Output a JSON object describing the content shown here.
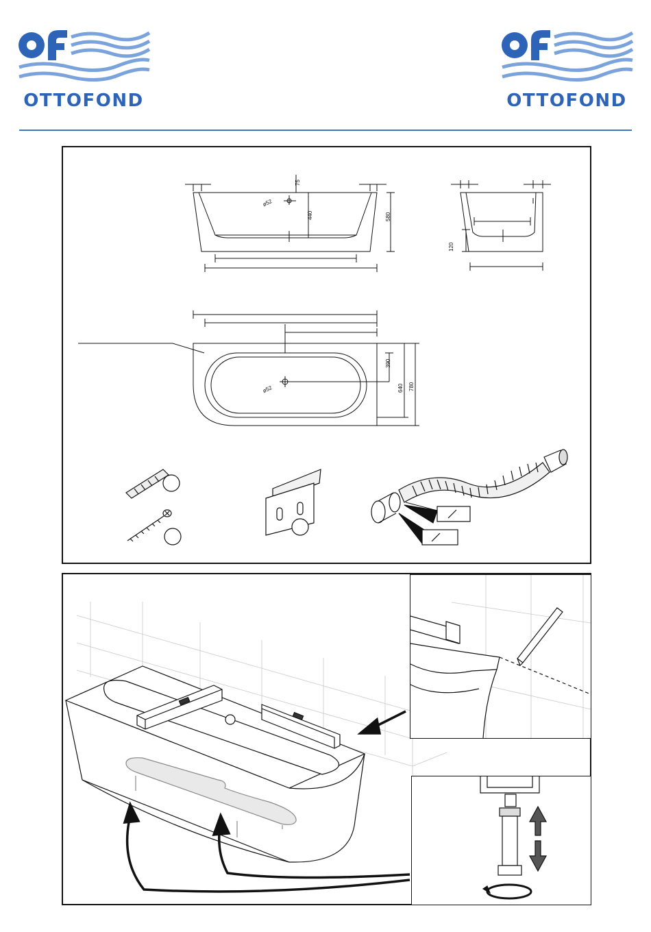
{
  "header": {
    "brand_left": "OTTOFOND",
    "brand_right": "OTTOFOND",
    "brand_color": "#2d64b8",
    "wave_color": "#7aa3dc"
  },
  "drawing": {
    "dim_75": "75",
    "dim_440": "440",
    "dim_580": "580",
    "dim_120": "120",
    "dim_390": "390",
    "dim_640": "640",
    "dim_780": "780",
    "dim_phi52_side": "ø52",
    "dim_phi52_top": "ø52"
  },
  "icons": {
    "dowel": "wall-dowel-icon",
    "screw": "wood-screw-icon",
    "bracket": "mounting-bracket-icon",
    "hose": "drain-hose-icon",
    "pencil": "pencil-icon",
    "adjust_arrow": "height-adjust-arrow-icon",
    "rotate_arrow": "rotate-arrow-icon"
  }
}
